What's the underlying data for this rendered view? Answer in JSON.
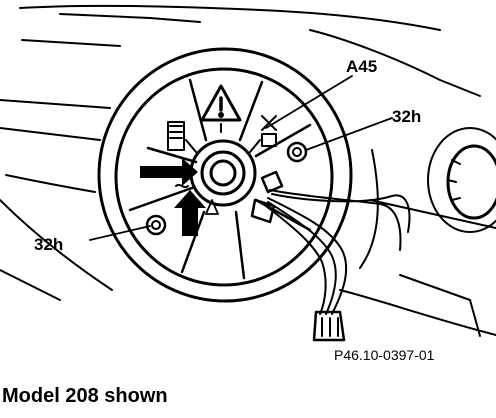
{
  "figure": {
    "callouts": {
      "a45": "A45",
      "screw_top": "32h",
      "screw_bottom": "32h"
    },
    "reference": "P46.10-0397-01"
  },
  "caption": "Model 208 shown"
}
